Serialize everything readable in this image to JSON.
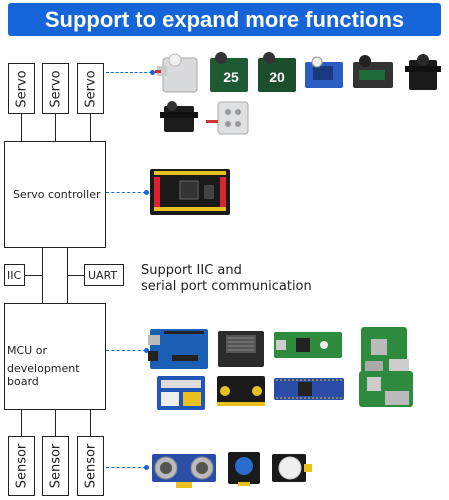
{
  "header": {
    "title": "Support to expand more functions"
  },
  "servo_labels": [
    "Servo",
    "Servo",
    "Servo"
  ],
  "servo_controller": {
    "label": "Servo controller"
  },
  "interfaces": {
    "iic": "IIC",
    "uart": "UART"
  },
  "protocol_note": {
    "line1": "Support IIC and",
    "line2": "serial port communication"
  },
  "mcu": {
    "line1": "MCU or",
    "line2": "development board"
  },
  "sensor_labels": [
    "Sensor",
    "Sensor",
    "Sensor"
  ],
  "servo_models": {
    "servo_2": "25",
    "servo_3": "20"
  },
  "colors": {
    "banner": "#1565d8",
    "connector": "#1565d8",
    "board_blue": "#1a5fb4",
    "pi_green": "#2e8b3e"
  }
}
